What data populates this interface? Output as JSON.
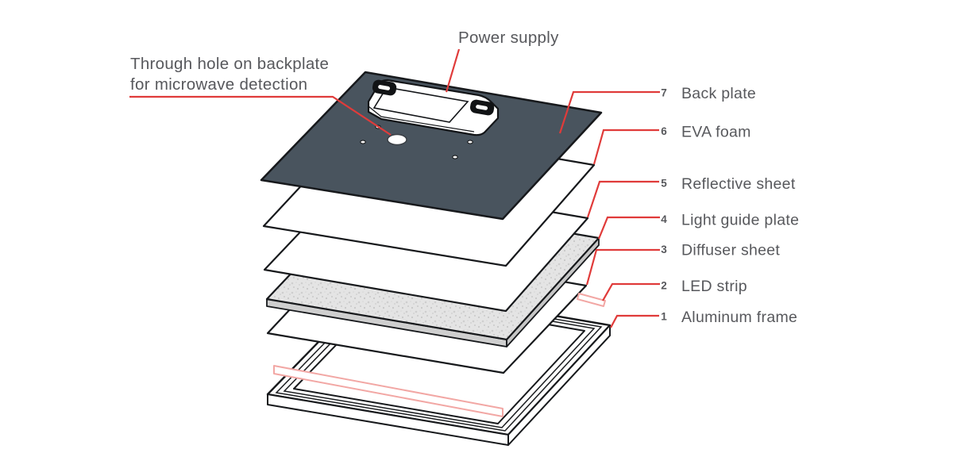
{
  "annotations": {
    "power_supply": "Power supply",
    "through_hole_line1": "Through hole on backplate",
    "through_hole_line2": "for microwave detection"
  },
  "parts": [
    {
      "num": "7",
      "label": "Back plate"
    },
    {
      "num": "6",
      "label": "EVA foam"
    },
    {
      "num": "5",
      "label": "Reflective sheet"
    },
    {
      "num": "4",
      "label": "Light guide plate"
    },
    {
      "num": "3",
      "label": "Diffuser sheet"
    },
    {
      "num": "2",
      "label": "LED strip"
    },
    {
      "num": "1",
      "label": "Aluminum frame"
    }
  ],
  "colors": {
    "accent_red": "#e03b3a",
    "led_pink": "#f2a7a4",
    "backplate_fill": "#49545e",
    "label_text": "#57585c"
  }
}
